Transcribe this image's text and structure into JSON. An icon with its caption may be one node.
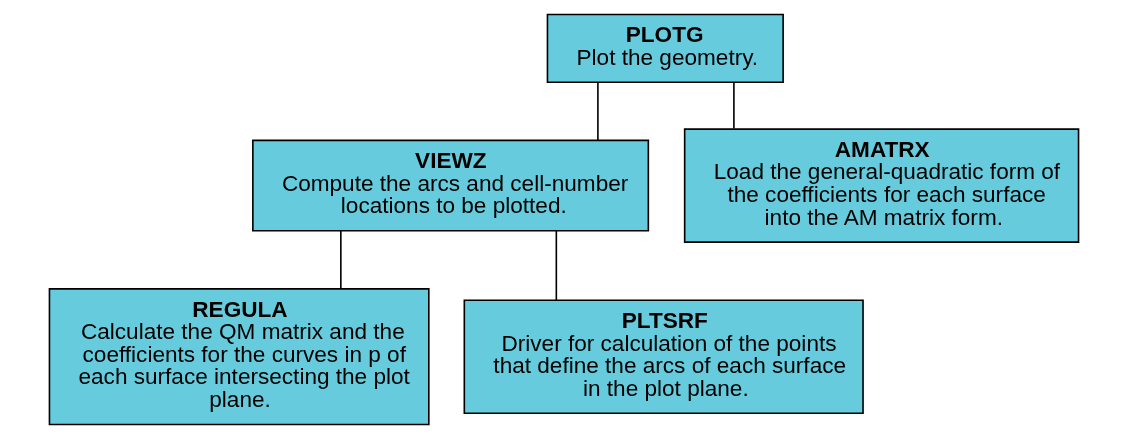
{
  "diagram": {
    "nodes": [
      {
        "text": [
          "PLOTG",
          "Plot the geometry."
        ]
      },
      {
        "text": [
          "VIEWZ",
          "Compute the arcs and cell-number locations to be plotted."
        ]
      },
      {
        "text": [
          "AMATRX",
          "Load the general-quadratic form of the coefficients for each surface into the AM matrix form."
        ]
      },
      {
        "text": [
          "REGULA",
          "Calculate the QM matrix and the coefficients for the curves in p of each surface intersecting the plot plane."
        ]
      },
      {
        "text": [
          "PLTSRF",
          "Driver for calculation of the points that define the arcs of each surface in the plot plane."
        ]
      }
    ],
    "edges": [
      {
        "from": 0,
        "to": 1,
        "arrow": "none"
      },
      {
        "from": 0,
        "to": 2,
        "arrow": "none"
      },
      {
        "from": 1,
        "to": 3,
        "arrow": "none"
      },
      {
        "from": 1,
        "to": 4,
        "arrow": "none"
      }
    ]
  }
}
